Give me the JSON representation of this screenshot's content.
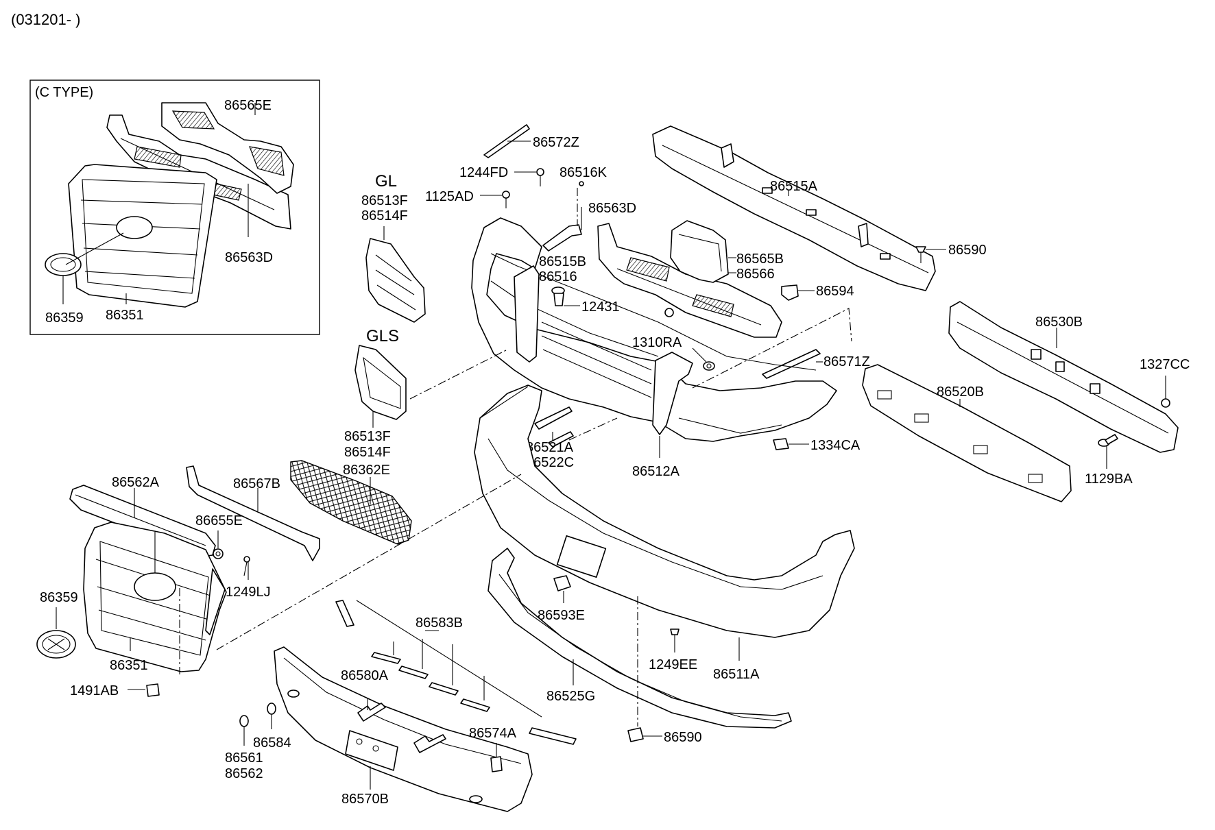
{
  "header": {
    "code": "(031201- )"
  },
  "inset": {
    "title": "(C TYPE)"
  },
  "variants": {
    "gl": "GL",
    "gls": "GLS"
  },
  "labels": {
    "p86565E": "86565E",
    "p86563D_inset": "86563D",
    "p86359_inset": "86359",
    "p86351_inset": "86351",
    "p86572Z": "86572Z",
    "p1244FD": "1244FD",
    "p86516K": "86516K",
    "p1125AD": "1125AD",
    "p86563D": "86563D",
    "p86515A": "86515A",
    "p86513F_gl": "86513F",
    "p86514F_gl": "86514F",
    "p86515B": "86515B",
    "p86516": "86516",
    "p86565B": "86565B",
    "p86566": "86566",
    "p86590_top": "86590",
    "p86594": "86594",
    "p12431": "12431",
    "p1310RA": "1310RA",
    "p86571Z": "86571Z",
    "p86530B": "86530B",
    "p1327CC": "1327CC",
    "p86520B": "86520B",
    "p86513F_gls": "86513F",
    "p86514F_gls": "86514F",
    "p86521A": "86521A",
    "p86522C": "86522C",
    "p1334CA": "1334CA",
    "p86512A": "86512A",
    "p1129BA": "1129BA",
    "p86562A": "86562A",
    "p86567B": "86567B",
    "p86362E": "86362E",
    "p86655E": "86655E",
    "p1249LJ": "1249LJ",
    "p86359": "86359",
    "p86593E": "86593E",
    "p86583B": "86583B",
    "p86351": "86351",
    "p1249EE": "1249EE",
    "p86511A": "86511A",
    "p86525G": "86525G",
    "p1491AB": "1491AB",
    "p86580A": "86580A",
    "p86574A": "86574A",
    "p86590_bottom": "86590",
    "p86584": "86584",
    "p86561": "86561",
    "p86562": "86562",
    "p86570B": "86570B"
  }
}
